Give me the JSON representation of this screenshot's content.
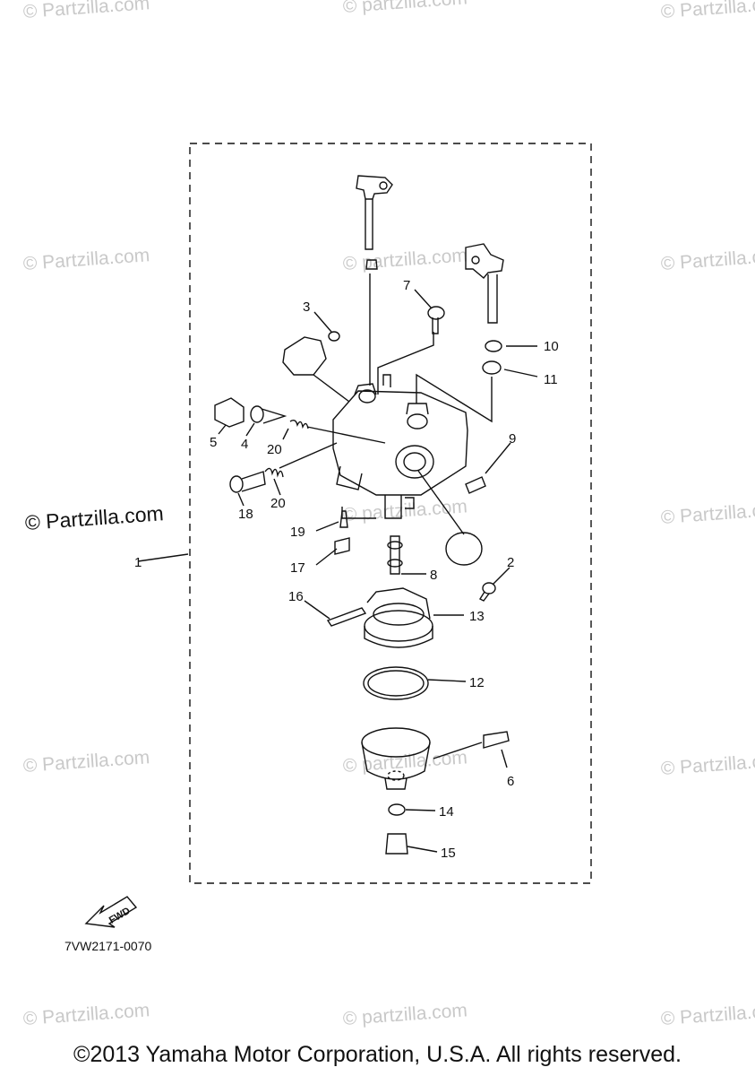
{
  "watermark": {
    "text": "© Partzilla.com",
    "text_lower": "© partzilla.com"
  },
  "watermark_main": "© Partzilla.com",
  "diagram_code": "7VW2171-0070",
  "copyright": "©2013 Yamaha Motor Corporation, U.S.A. All rights reserved.",
  "fwd_label": "FWD",
  "callouts": [
    "1",
    "2",
    "3",
    "4",
    "5",
    "6",
    "7",
    "8",
    "9",
    "10",
    "11",
    "12",
    "13",
    "14",
    "15",
    "16",
    "17",
    "18",
    "19",
    "20",
    "20"
  ]
}
